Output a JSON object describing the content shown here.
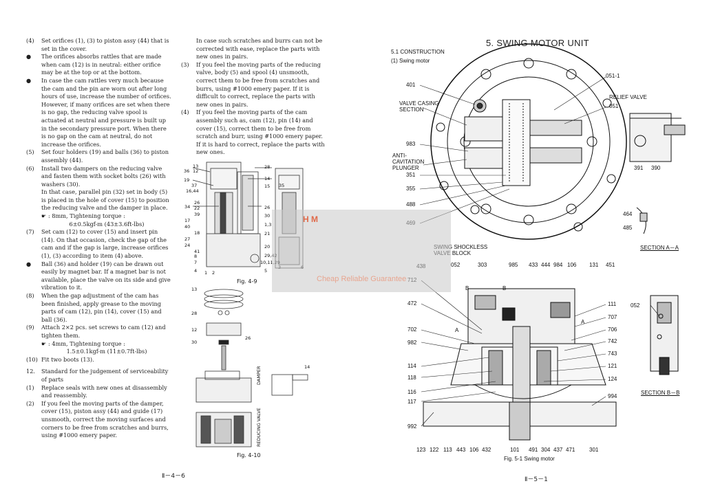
{
  "left_col1": {
    "items": [
      {
        "num": "(4)",
        "text": "Set orifices (1), (3) to piston assy (44) that is set in the cover."
      },
      {
        "num": "●",
        "text": "The orifices absorbs rattles that are made when cam (12) is in neutral: either orifice may be at the top or at the bottom."
      },
      {
        "num": "●",
        "text": "In case the cam rattles very much because the cam and the pin are worn out after long hours of use, increase the number of orifices. However, if many orifices are set when there is no gap, the reducing valve spool is actuated at neutral and pressure is built up in the secondary pressure port. When there is no gap on the cam at neutral, do not increase the orifices."
      },
      {
        "num": "(5)",
        "text": "Set four holders (19) and balls (36) to piston assembly (44)."
      },
      {
        "num": "(6)",
        "text": "Install two dampers on the reducing valve and fasten them with socket bolts (26) with washers (30)."
      },
      {
        "num": "",
        "text": "In that case, parallel pin (32) set in body (5) is placed in the hole of cover (15) to position the reducing valve and the damper in place."
      },
      {
        "num": "",
        "text": "☛ : 8mm, Tightening torque :"
      },
      {
        "num": "",
        "text": "6±0.5kgf-m (43±3.6ft-lbs)"
      },
      {
        "num": "(7)",
        "text": "Set cam (12) to cover (15) and insert pin (14). On that occasion, check the gap of the cam and if the gap is large, increase orifices (1), (3) according to item (4) above."
      },
      {
        "num": "●",
        "text": "Ball (36) and holder (19) can be drawn out easily by magnet bar. If a magnet bar is not available, place the valve on its side and give vibration to it."
      },
      {
        "num": "(8)",
        "text": "When the gap adjustment of the cam has been finished, apply grease to the moving parts of cam (12), pin (14), cover (15) and ball (36)."
      },
      {
        "num": "(9)",
        "text": "Attach 2×2 pcs. set screws to cam (12) and tighten them."
      },
      {
        "num": "",
        "text": "☛ : 4mm, Tightening torque :"
      },
      {
        "num": "",
        "text": "1.5±0.1kgf-m (11±0.7ft-lbs)"
      },
      {
        "num": "(10)",
        "text": "Fit two boots (13)."
      },
      {
        "num": "12.",
        "text": "Standard for the judgement of serviceability of parts"
      },
      {
        "num": "(1)",
        "text": "Replace seals with new ones at disassembly and reassembly."
      },
      {
        "num": "(2)",
        "text": "If you feel the moving parts of the damper, cover (15), piston assy (44) and guide (17) unsmooth, correct the moving surfaces and corners to be free from scratches and burrs, using #1000 emery paper."
      }
    ]
  },
  "left_col2": {
    "items": [
      {
        "num": "",
        "text": "In case such scratches and burrs can not be corrected with ease, replace the parts with new ones in pairs."
      },
      {
        "num": "(3)",
        "text": "If you feel the moving parts of the reducing valve, body (5) and spool (4) unsmooth, correct them to be free from scratches and burrs, using #1000 emery paper. If it is difficult to correct, replace the parts with new ones in pairs."
      },
      {
        "num": "(4)",
        "text": "If you feel the moving parts of the cam assembly such as, cam (12), pin (14) and cover (15), correct them to be free from scratch and burr, using #1000 emery paper. If it is hard to correct, replace the parts with new ones."
      }
    ],
    "fig49": "Fig. 4-9",
    "fig410": "Fig. 4-10",
    "damper_label": "DAMPER",
    "reducing_label": "REDUCING VALVE",
    "fig49_labels": [
      "13",
      "12",
      "36",
      "19",
      "37",
      "16,44",
      "26",
      "34",
      "22",
      "39",
      "17",
      "40",
      "18",
      "27",
      "24",
      "41",
      "8",
      "7",
      "4",
      "2",
      "1",
      "28",
      "14",
      "15",
      "35",
      "26",
      "30",
      "1,3",
      "21",
      "20",
      "29,42",
      "10,11,29",
      "5",
      "3",
      "6"
    ],
    "fig410_labels": [
      "13",
      "28",
      "12",
      "30",
      "26",
      "14"
    ]
  },
  "pages": {
    "left": "Ⅱ－4－6",
    "right": "Ⅱ－5－1"
  },
  "right": {
    "title": "5.   SWING MOTOR UNIT",
    "section": "5.1  CONSTRUCTION",
    "subsection": "(1)  Swing motor",
    "fig": "Fig. 5-1   Swing motor",
    "callouts_top": [
      "401",
      "051-1",
      "051",
      "RELIEF VALVE",
      "983",
      "351",
      "355",
      "488",
      "469",
      "391",
      "390",
      "464",
      "485",
      "SECTION A－A"
    ],
    "valve_casing": "VALVE CASING SECTION",
    "anti_cav": "ANTI-CAVITATION PLUNGER",
    "shockless": "SWING SHOCKLESS VALVE BLOCK",
    "callouts_bottom_top": [
      "438",
      "052",
      "303",
      "985",
      "433",
      "444",
      "984",
      "106",
      "131",
      "451"
    ],
    "callouts_left": [
      "712",
      "472",
      "702",
      "982",
      "114",
      "118",
      "116",
      "117",
      "992"
    ],
    "callouts_right": [
      "111",
      "707",
      "706",
      "742",
      "743",
      "121",
      "124",
      "994"
    ],
    "callouts_bottom": [
      "123",
      "122",
      "113",
      "443",
      "106",
      "432",
      "101",
      "491",
      "304",
      "437",
      "471",
      "301"
    ],
    "section_bb": "SECTION B－B",
    "bb_label": "052",
    "cut_labels": [
      "A",
      "A",
      "B",
      "B"
    ]
  },
  "watermark": {
    "logo": "H  M",
    "text": "Cheap Reliable Guarantee"
  }
}
